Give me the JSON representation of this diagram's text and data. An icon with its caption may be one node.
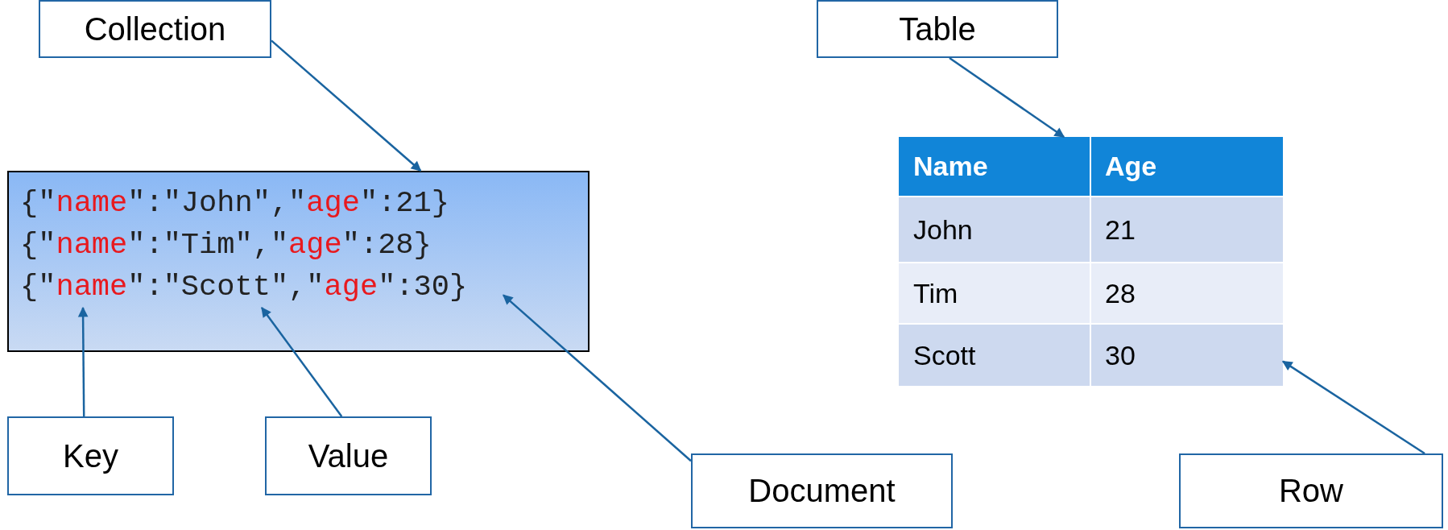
{
  "diagram": {
    "nodes": [
      {
        "text": [
          "Collection"
        ]
      },
      {
        "text": [],
        "shape": "box"
      },
      {
        "text": [
          "{\"name\":\"John\",\"age\":21}"
        ],
        "in": 1
      },
      {
        "text": [
          "{\"name\":\"Tim\",\"age\":28}"
        ],
        "in": 1
      },
      {
        "text": [
          "{\"name\":\"Scott\",\"age\":30}"
        ],
        "in": 1
      },
      {
        "text": [
          "Key"
        ]
      },
      {
        "text": [
          "Value"
        ]
      },
      {
        "text": [
          "Document"
        ]
      },
      {
        "text": [
          "Table"
        ]
      },
      {
        "text": [],
        "shape": "table"
      },
      {
        "text": [
          "Name",
          "Age"
        ],
        "in": 9
      },
      {
        "text": [
          "John",
          "21"
        ],
        "in": 9
      },
      {
        "text": [
          "Tim",
          "28"
        ],
        "in": 9
      },
      {
        "text": [
          "Scott",
          "30"
        ],
        "in": 9
      },
      {
        "text": [
          "Row"
        ]
      }
    ],
    "edges": [
      {
        "from": 0,
        "to": 1,
        "arrow": "to"
      },
      {
        "from": 5,
        "to": 4,
        "arrow": "to"
      },
      {
        "from": 6,
        "to": 4,
        "arrow": "to"
      },
      {
        "from": 7,
        "to": 4,
        "arrow": "to"
      },
      {
        "from": 8,
        "to": 9,
        "arrow": "to"
      },
      {
        "from": 14,
        "to": 13,
        "arrow": "to"
      }
    ]
  }
}
